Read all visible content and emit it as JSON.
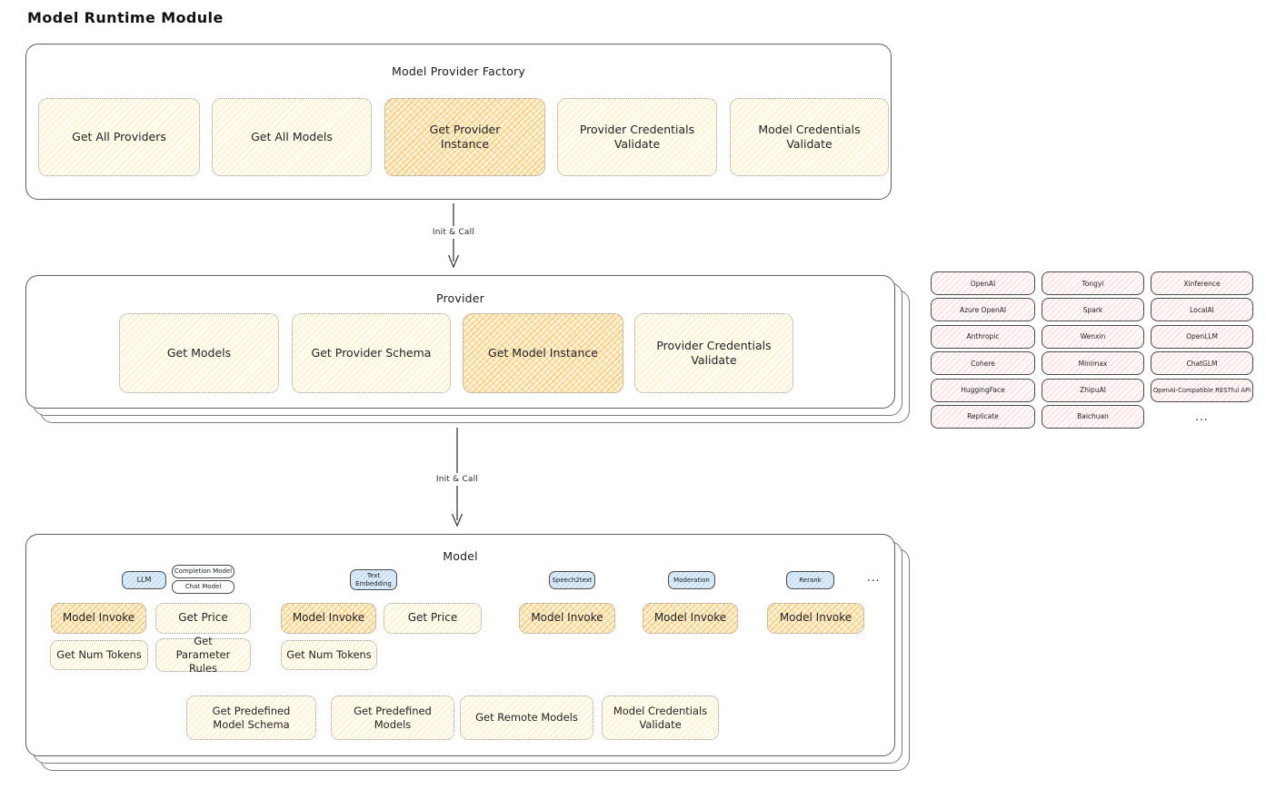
{
  "page_title": "Model Runtime Module",
  "colors": {
    "highlight_orange": "#f6a42a",
    "soft_yellow": "#fff9e6",
    "soft_pink": "#ffecec",
    "soft_blue": "#dcecf9",
    "panel_border": "#5d5d5d"
  },
  "factory": {
    "title": "Model Provider Factory",
    "ops": [
      {
        "label": "Get All Providers",
        "highlighted": false
      },
      {
        "label": "Get All Models",
        "highlighted": false
      },
      {
        "label": "Get Provider Instance",
        "highlighted": true
      },
      {
        "label": "Provider Credentials Validate",
        "highlighted": false
      },
      {
        "label": "Model Credentials Validate",
        "highlighted": false
      }
    ]
  },
  "arrow1": {
    "label": "Init & Call"
  },
  "arrow2": {
    "label": "Init & Call"
  },
  "provider": {
    "title": "Provider",
    "ops": [
      {
        "label": "Get Models",
        "highlighted": false
      },
      {
        "label": "Get Provider Schema",
        "highlighted": false
      },
      {
        "label": "Get Model Instance",
        "highlighted": true
      },
      {
        "label": "Provider Credentials Validate",
        "highlighted": false
      }
    ]
  },
  "provider_grid": {
    "items": [
      {
        "label": "OpenAI"
      },
      {
        "label": "Tongyi"
      },
      {
        "label": "Xinference"
      },
      {
        "label": "Azure OpenAI"
      },
      {
        "label": "Spark"
      },
      {
        "label": "LocalAI"
      },
      {
        "label": "Anthropic"
      },
      {
        "label": "Wenxin"
      },
      {
        "label": "OpenLLM"
      },
      {
        "label": "Cohere"
      },
      {
        "label": "Minimax"
      },
      {
        "label": "ChatGLM"
      },
      {
        "label": "HuggingFace"
      },
      {
        "label": "ZhipuAI"
      },
      {
        "label": "OpenAI-Compatible RESTful API"
      },
      {
        "label": "Replicate"
      },
      {
        "label": "Baichuan"
      }
    ],
    "more": "..."
  },
  "model": {
    "title": "Model",
    "tabs": {
      "llm": "LLM",
      "completion_model": "Completion Model",
      "chat_model": "Chat Model",
      "text_embedding": "Text Embedding",
      "speech2text": "Speech2text",
      "moderation": "Moderation",
      "rerank": "Rerank",
      "more": "..."
    },
    "ops": {
      "model_invoke": "Model Invoke",
      "get_price": "Get Price",
      "get_num_tokens": "Get Num Tokens",
      "get_parameter_rules": "Get Parameter Rules",
      "get_predefined_model_schema": "Get Predefined Model Schema",
      "get_predefined_models": "Get Predefined Models",
      "get_remote_models": "Get Remote Models",
      "model_credentials_validate": "Model Credentials Validate"
    }
  }
}
